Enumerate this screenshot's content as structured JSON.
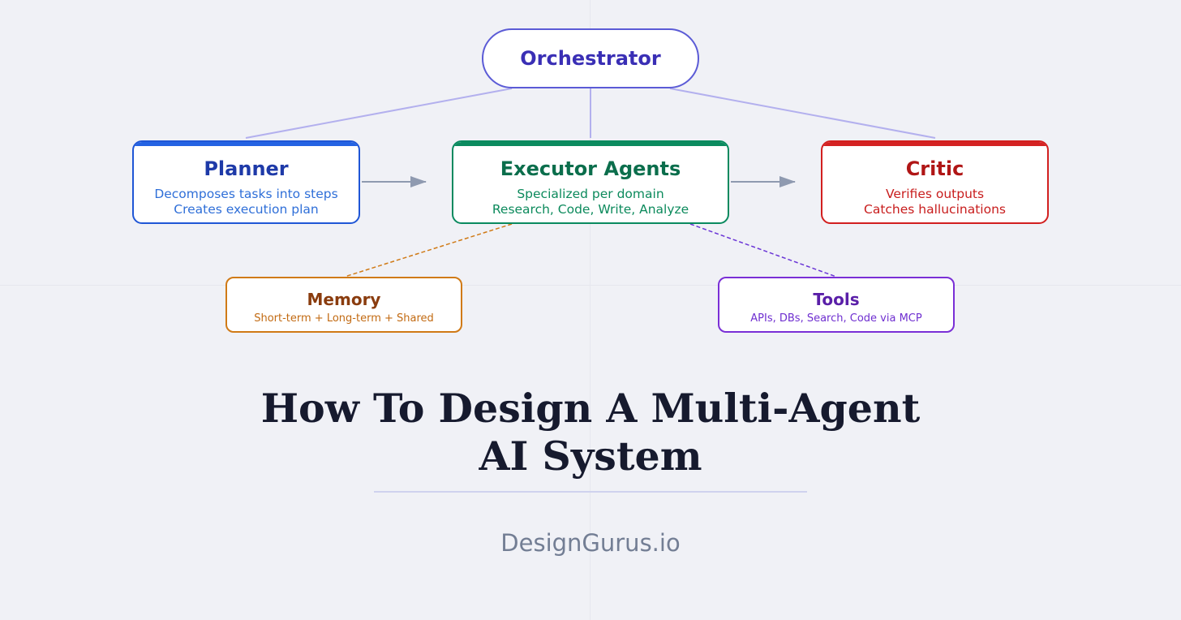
{
  "diagram": {
    "orchestrator": {
      "label": "Orchestrator"
    },
    "planner": {
      "title": "Planner",
      "lines": [
        "Decomposes tasks into steps",
        "Creates execution plan"
      ]
    },
    "executor": {
      "title": "Executor Agents",
      "lines": [
        "Specialized per domain",
        "Research, Code, Write, Analyze"
      ]
    },
    "critic": {
      "title": "Critic",
      "lines": [
        "Verifies outputs",
        "Catches hallucinations"
      ]
    },
    "memory": {
      "title": "Memory",
      "subtitle": "Short-term + Long-term + Shared"
    },
    "tools": {
      "title": "Tools",
      "subtitle": "APIs, DBs, Search, Code via MCP"
    },
    "colors": {
      "orchestrator": "#5b5bd6",
      "planner": "#1f56d6",
      "executor": "#0a8a5f",
      "critic": "#d21f1f",
      "memory": "#d07a16",
      "tools": "#7a2fd6",
      "connector": "#b3b0ee",
      "arrow": "#8f9ab0"
    }
  },
  "heading": {
    "line1": "How To Design A Multi-Agent",
    "line2": "AI System"
  },
  "brand": "DesignGurus.io"
}
